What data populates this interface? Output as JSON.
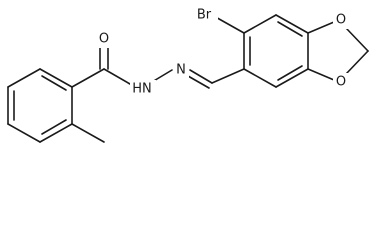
{
  "molecule": {
    "atoms": {
      "bromine": "Br",
      "carbonyl_oxygen": "O",
      "hydrazone_nitrogen": "N",
      "amide_nh": "HN",
      "dioxole_oxygen_top": "O",
      "dioxole_oxygen_bottom": "O"
    }
  }
}
